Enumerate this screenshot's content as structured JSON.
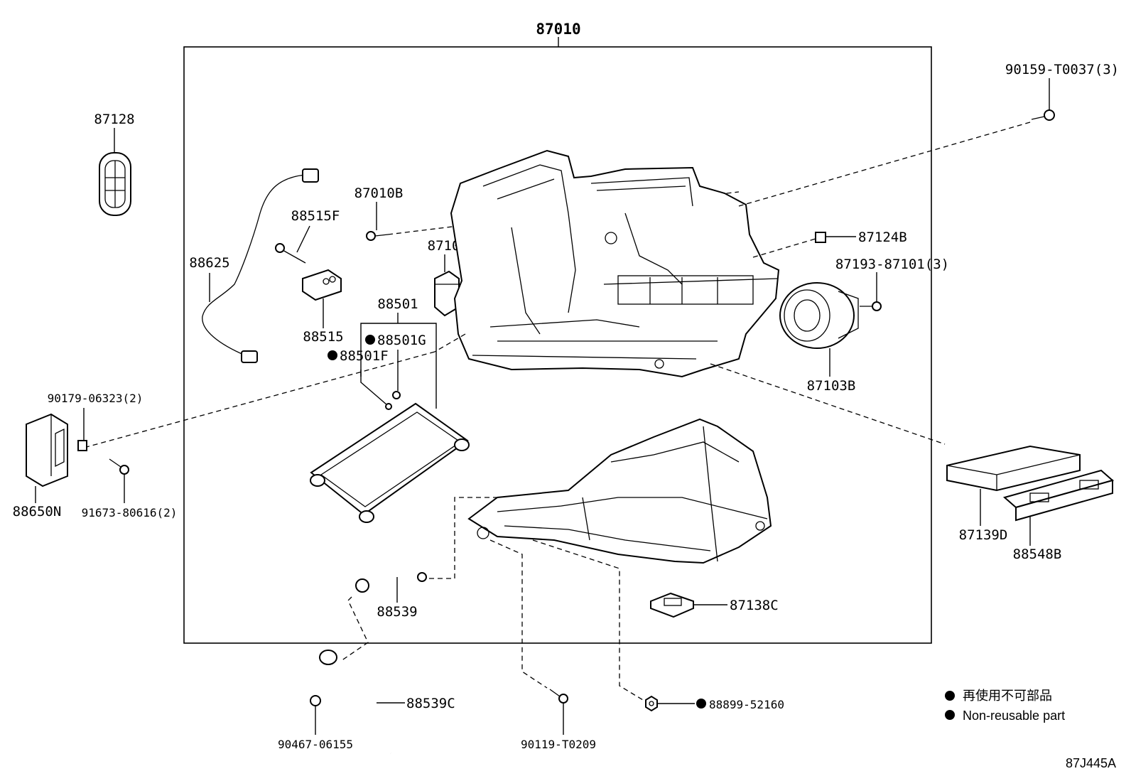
{
  "diagram": {
    "assembly_label": "87010",
    "labels": {
      "p87128": "87128",
      "p88625": "88625",
      "p88515F": "88515F",
      "p88515": "88515",
      "p87010B": "87010B",
      "p87106N": "87106N",
      "p88501": "88501",
      "p88501G": "88501G",
      "p88501F": "88501F",
      "p90179": "90179-06323(2)",
      "p88650N": "88650N",
      "p91673": "91673-80616(2)",
      "p90159": "90159-T0037(3)",
      "p87124B": "87124B",
      "p87193": "87193-87101(3)",
      "p87103B": "87103B",
      "p87139D": "87139D",
      "p88548B": "88548B",
      "p88539": "88539",
      "p87138C": "87138C",
      "p88539C": "88539C",
      "p90467": "90467-06155",
      "p90119": "90119-T0209",
      "p88899": "88899-52160"
    },
    "legend": {
      "line1": "再使用不可部品",
      "line2": "Non-reusable part"
    },
    "figure_code": "87J445A"
  }
}
